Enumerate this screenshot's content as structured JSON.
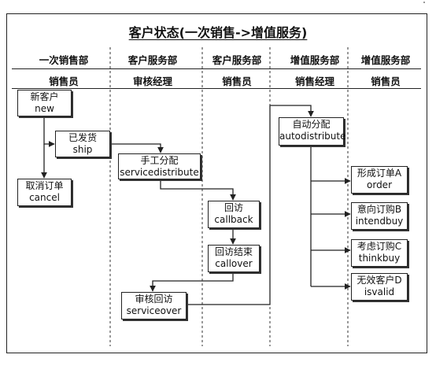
{
  "title": "客户状态(一次销售->增值服务)",
  "lanes": [
    {
      "dept": "一次销售部",
      "role": "销售员"
    },
    {
      "dept": "客户服务部",
      "role": "审核经理"
    },
    {
      "dept": "客户服务部",
      "role": "销售员"
    },
    {
      "dept": "增值服务部",
      "role": "销售经理"
    },
    {
      "dept": "增值服务部",
      "role": "销售员"
    }
  ],
  "nodes": {
    "new": {
      "cn": "新客户",
      "en": "new"
    },
    "ship": {
      "cn": "已发货",
      "en": "ship"
    },
    "cancel": {
      "cn": "取消订单",
      "en": "cancel"
    },
    "servicedistribute": {
      "cn": "手工分配",
      "en": "servicedistribute"
    },
    "callback": {
      "cn": "回访",
      "en": "callback"
    },
    "callover": {
      "cn": "回访结束",
      "en": "callover"
    },
    "serviceover": {
      "cn": "审核回访",
      "en": "serviceover"
    },
    "autodistribute": {
      "cn": "自动分配",
      "en": "autodistribute"
    },
    "order": {
      "cn": "形成订单A",
      "en": "order"
    },
    "intendbuy": {
      "cn": "意向订购B",
      "en": "intendbuy"
    },
    "thinkbuy": {
      "cn": "考虑订购C",
      "en": "thinkbuy"
    },
    "isvalid": {
      "cn": "无效客户D",
      "en": "isvalid"
    }
  }
}
